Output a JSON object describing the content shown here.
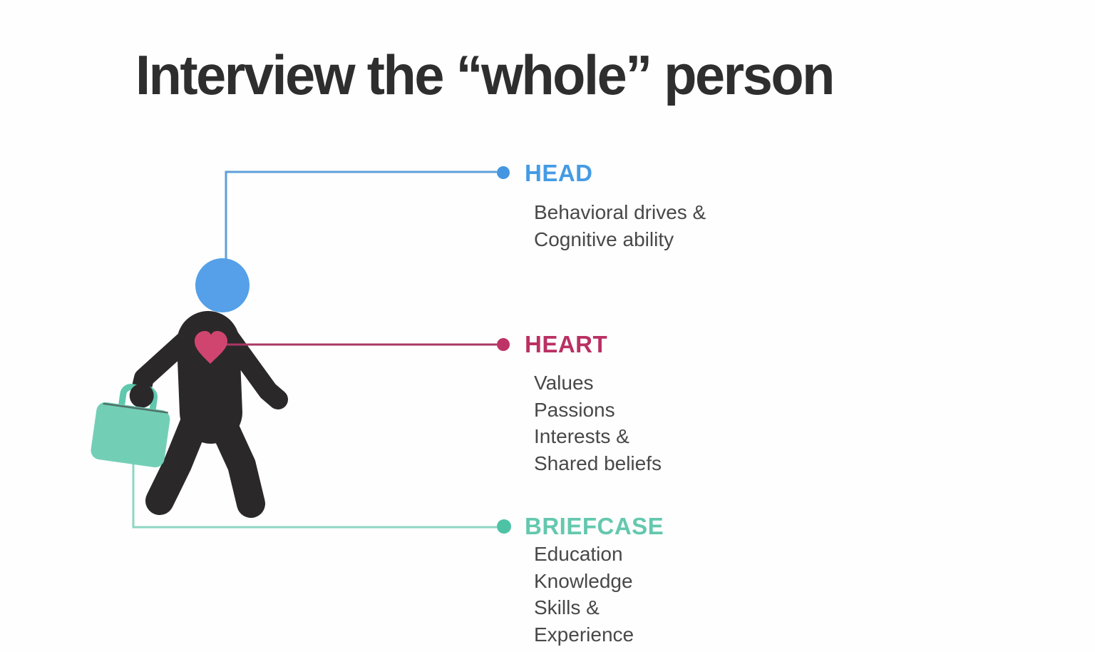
{
  "slide": {
    "title": "Interview the “whole” person",
    "background_color": "#fefefe",
    "title_color": "#2e2e2e",
    "body_text_color": "#484848"
  },
  "figure": {
    "description": "walking-person-pictogram",
    "body_color": "#2b282a",
    "head_color": "#55a0e8",
    "heart_color": "#d0456f",
    "heart_edge_color": "#c03a64",
    "briefcase_color": "#72cfb6",
    "handle_color": "#5fc8ad",
    "briefcase_edge_color": "#46524e"
  },
  "callouts": [
    {
      "id": "head",
      "label": "HEAD",
      "label_color": "#459be4",
      "line_color": "#5f9fd9",
      "dot_color": "#4596e0",
      "lines": [
        "Behavioral drives &",
        "Cognitive ability"
      ]
    },
    {
      "id": "heart",
      "label": "HEART",
      "label_color": "#ba3063",
      "line_color": "#aa3663",
      "dot_color": "#bd3365",
      "lines": [
        "Values",
        "Passions",
        "Interests &",
        "Shared beliefs"
      ]
    },
    {
      "id": "briefcase",
      "label": "BRIEFCASE",
      "label_color": "#64c8ae",
      "line_color": "#8dd7c4",
      "dot_color": "#4ec2a5",
      "lines": [
        "Education",
        "Knowledge",
        "Skills &",
        "Experience"
      ]
    }
  ]
}
